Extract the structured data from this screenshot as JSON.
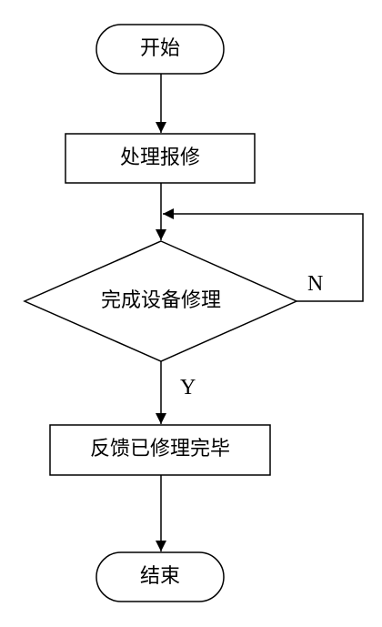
{
  "flowchart": {
    "start": "开始",
    "process_report": "处理报修",
    "decision": "完成设备修理",
    "no_branch": "N",
    "yes_branch": "Y",
    "feedback": "反馈已修理完毕",
    "end": "结束"
  }
}
